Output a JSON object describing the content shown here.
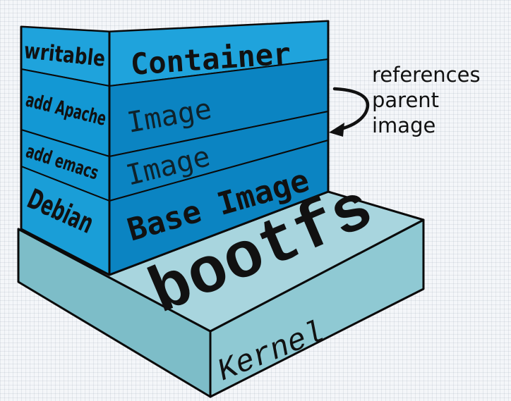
{
  "colors": {
    "container_front": "#1fa3dc",
    "container_top": "#3ab8ea",
    "image_front": "#0b84c2",
    "image_side": "#1398d4",
    "base_side": "#1a9ed7",
    "bootfs_top": "#a8d5de",
    "kernel_front": "#8fc9d3",
    "kernel_side": "#7dbdc8",
    "outline": "#0a0a0a"
  },
  "layers": {
    "container": {
      "side_label": "writable",
      "front_label": "Container"
    },
    "image_apache": {
      "side_label": "add Apache",
      "front_label": "Image"
    },
    "image_emacs": {
      "side_label": "add emacs",
      "front_label": "Image"
    },
    "base": {
      "side_label": "Debian",
      "front_label": "Base Image"
    },
    "bootfs": {
      "label": "bootfs"
    },
    "kernel": {
      "label": "Kernel"
    }
  },
  "annotation": {
    "lines": [
      "references",
      "parent",
      "image"
    ]
  },
  "icons": {
    "curved_arrow": "curved-arrow-icon"
  }
}
